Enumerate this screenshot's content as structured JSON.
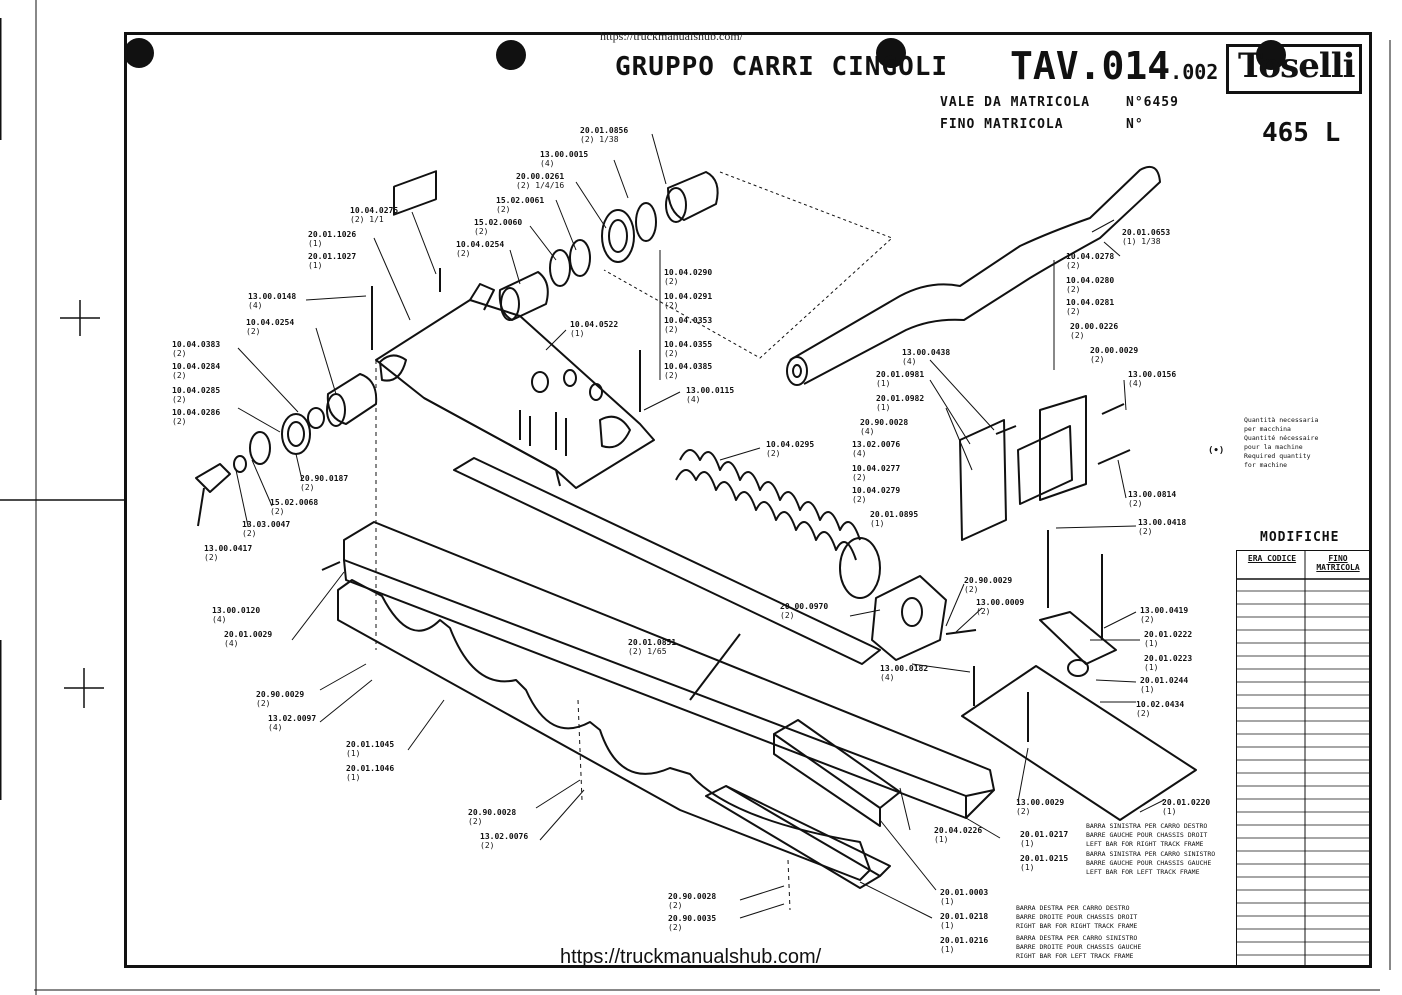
{
  "source_url_top": "https://truckmanualshub.com/",
  "source_url_bottom": "https://truckmanualshub.com/",
  "title": "GRUPPO CARRI CINGOLI",
  "table_code": "TAV.014",
  "table_suffix": ".002",
  "valid_from_label": "VALE DA MATRICOLA",
  "valid_from_value": "N°6459",
  "valid_to_label": "FINO MATRICOLA",
  "valid_to_value": "N°",
  "model": "465 L",
  "brand": "Toselli",
  "modifications": {
    "title": "MODIFICHE",
    "col1": "ERA CODICE",
    "col2": "FINO MATRICOLA"
  },
  "legend_note": "Quantità necessaria\nper macchina\nQuantité nécessaire\npour la machine\nRequired quantity\nfor machine",
  "legend_marker": "(•)",
  "bar_notes": [
    "BARRA SINISTRA PER CARRO DESTRO\nBARRE GAUCHE POUR CHASSIS DROIT\nLEFT BAR FOR RIGHT TRACK FRAME",
    "BARRA SINISTRA PER CARRO SINISTRO\nBARRE GAUCHE POUR CHASSIS GAUCHE\nLEFT BAR FOR LEFT TRACK FRAME",
    "BARRA DESTRA PER CARRO DESTRO\nBARRE DROITE POUR CHASSIS DROIT\nRIGHT BAR FOR RIGHT TRACK FRAME",
    "BARRA DESTRA PER CARRO SINISTRO\nBARRE DROITE POUR CHASSIS GAUCHE\nRIGHT BAR FOR LEFT TRACK FRAME"
  ],
  "parts": [
    {
      "id": "20.01.0856",
      "code": "(2) 1/38"
    },
    {
      "id": "13.00.0015",
      "code": "(4)"
    },
    {
      "id": "20.00.0261",
      "code": "(2) 1/4/16"
    },
    {
      "id": "15.02.0061",
      "code": "(2)"
    },
    {
      "id": "15.02.0060",
      "code": "(2)"
    },
    {
      "id": "10.04.0275",
      "code": "(2) 1/1"
    },
    {
      "id": "20.01.1026",
      "code": "(1)"
    },
    {
      "id": "20.01.1027",
      "code": "(1)"
    },
    {
      "id": "10.04.0254",
      "code": "(2)"
    },
    {
      "id": "20.01.0653",
      "code": "(1) 1/38"
    },
    {
      "id": "13.00.0148",
      "code": "(4)"
    },
    {
      "id": "10.04.0254",
      "code": "(2)"
    },
    {
      "id": "10.04.0290",
      "code": "(2)"
    },
    {
      "id": "10.04.0291",
      "code": "(2)"
    },
    {
      "id": "10.04.0522",
      "code": "(1)"
    },
    {
      "id": "10.04.0383",
      "code": "(2)"
    },
    {
      "id": "10.04.0284",
      "code": "(2)"
    },
    {
      "id": "10.04.0285",
      "code": "(2)"
    },
    {
      "id": "10.04.0286",
      "code": "(2)"
    },
    {
      "id": "10.04.0353",
      "code": "(2)"
    },
    {
      "id": "10.04.0355",
      "code": "(2)"
    },
    {
      "id": "10.04.0385",
      "code": "(2)"
    },
    {
      "id": "13.00.0115",
      "code": "(4)"
    },
    {
      "id": "10.04.0278",
      "code": "(2)"
    },
    {
      "id": "10.04.0280",
      "code": "(2)"
    },
    {
      "id": "10.04.0281",
      "code": "(2)"
    },
    {
      "id": "20.00.0226",
      "code": "(2)"
    },
    {
      "id": "20.00.0029",
      "code": "(2)"
    },
    {
      "id": "13.00.0156",
      "code": "(4)"
    },
    {
      "id": "13.00.0438",
      "code": "(4)"
    },
    {
      "id": "20.01.0981",
      "code": "(1)"
    },
    {
      "id": "20.01.0982",
      "code": "(1)"
    },
    {
      "id": "20.90.0028",
      "code": "(4)"
    },
    {
      "id": "13.02.0076",
      "code": "(4)"
    },
    {
      "id": "10.04.0277",
      "code": "(2)"
    },
    {
      "id": "10.04.0279",
      "code": "(2)"
    },
    {
      "id": "10.04.0295",
      "code": "(2)"
    },
    {
      "id": "20.01.0895",
      "code": "(1)"
    },
    {
      "id": "20.90.0187",
      "code": "(2)"
    },
    {
      "id": "15.02.0068",
      "code": "(2)"
    },
    {
      "id": "13.03.0047",
      "code": "(2)"
    },
    {
      "id": "13.00.0417",
      "code": "(2)"
    },
    {
      "id": "13.00.0814",
      "code": "(2)"
    },
    {
      "id": "13.00.0418",
      "code": "(2)"
    },
    {
      "id": "13.00.0120",
      "code": "(4)"
    },
    {
      "id": "20.01.0029",
      "code": "(4)"
    },
    {
      "id": "20.90.0029",
      "code": "(2)"
    },
    {
      "id": "13.02.0097",
      "code": "(4)"
    },
    {
      "id": "20.01.0851",
      "code": "(2) 1/65"
    },
    {
      "id": "20.00.0970",
      "code": "(2)"
    },
    {
      "id": "20.90.0029",
      "code": "(2)"
    },
    {
      "id": "13.00.0009",
      "code": "(2)"
    },
    {
      "id": "13.00.0419",
      "code": "(2)"
    },
    {
      "id": "20.01.0222",
      "code": "(1)"
    },
    {
      "id": "20.01.0223",
      "code": "(1)"
    },
    {
      "id": "20.01.0244",
      "code": "(1)"
    },
    {
      "id": "10.02.0434",
      "code": "(2)"
    },
    {
      "id": "13.00.0182",
      "code": "(4)"
    },
    {
      "id": "20.01.1045",
      "code": "(1)"
    },
    {
      "id": "20.01.1046",
      "code": "(1)"
    },
    {
      "id": "20.90.0028",
      "code": "(2)"
    },
    {
      "id": "13.02.0076",
      "code": "(2)"
    },
    {
      "id": "13.00.0029",
      "code": "(2)"
    },
    {
      "id": "20.01.0220",
      "code": "(1)"
    },
    {
      "id": "20.04.0226",
      "code": "(1)"
    },
    {
      "id": "20.01.0217",
      "code": "(1)"
    },
    {
      "id": "20.01.0215",
      "code": "(1)"
    },
    {
      "id": "20.90.0028",
      "code": "(2)"
    },
    {
      "id": "20.90.0035",
      "code": "(2)"
    },
    {
      "id": "20.01.0003",
      "code": "(1)"
    },
    {
      "id": "20.01.0218",
      "code": "(1)"
    },
    {
      "id": "20.01.0216",
      "code": "(1)"
    }
  ]
}
